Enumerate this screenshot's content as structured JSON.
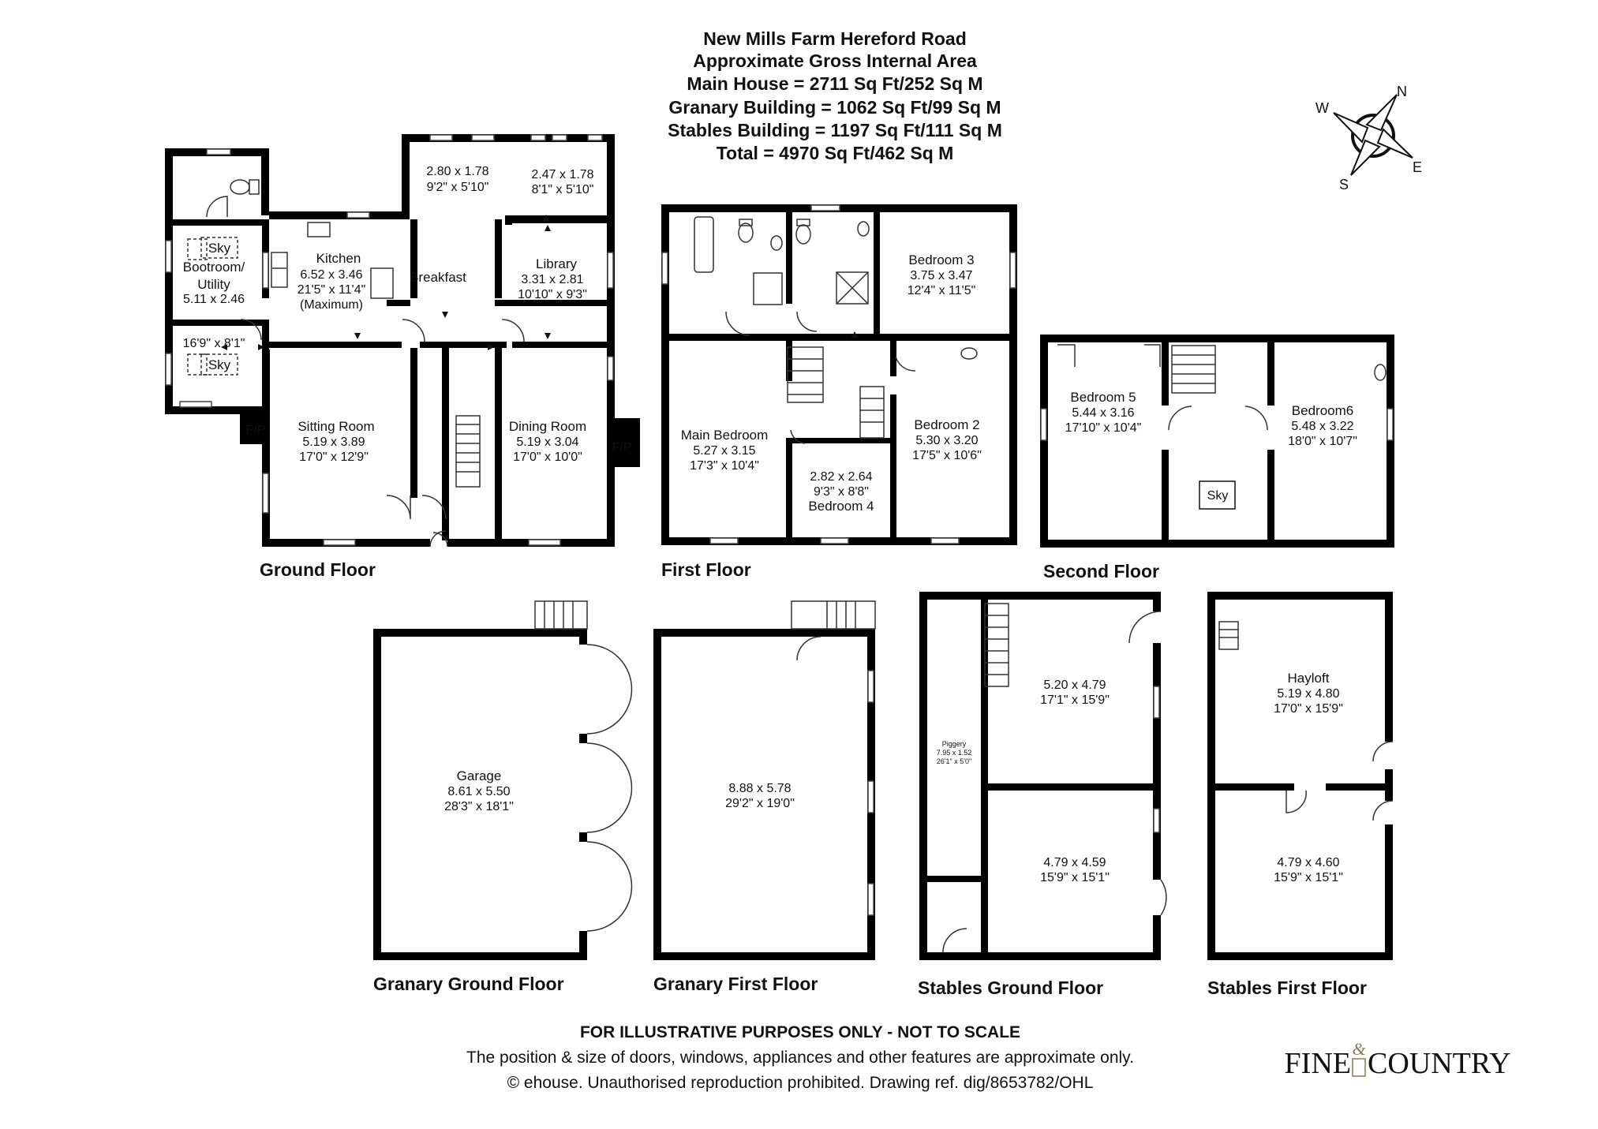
{
  "header": {
    "title": "New Mills Farm Hereford Road",
    "subtitle": "Approximate Gross Internal Area",
    "areas": [
      "Main House = 2711 Sq Ft/252 Sq M",
      "Granary Building = 1062 Sq Ft/99 Sq M",
      "Stables Building = 1197 Sq Ft/111 Sq M",
      "Total = 4970 Sq Ft/462 Sq M"
    ]
  },
  "compass": {
    "n": "N",
    "e": "E",
    "s": "S",
    "w": "W"
  },
  "floors": {
    "ground": "Ground Floor",
    "first": "First Floor",
    "second": "Second Floor",
    "granary_ground": "Granary Ground Floor",
    "granary_first": "Granary First Floor",
    "stables_ground": "Stables Ground Floor",
    "stables_first": "Stables First Floor"
  },
  "rooms": {
    "sky_1": "Sky",
    "bootroom_a": "Bootroom/",
    "bootroom_b": "Utility",
    "bootroom_metric": "5.11 x 2.46",
    "bootroom_imperial": "16'9\" x 8'1\"",
    "sky_2": "Sky",
    "kitchen_name": "Kitchen",
    "kitchen_metric": "6.52 x 3.46",
    "kitchen_imperial": "21'5\" x 11'4\"",
    "kitchen_note": "(Maximum)",
    "breakfast": "Breakfast",
    "store1_metric": "2.80 x 1.78",
    "store1_imperial": "9'2\" x 5'10\"",
    "store2_metric": "2.47 x 1.78",
    "store2_imperial": "8'1\" x 5'10\"",
    "library_name": "Library",
    "library_metric": "3.31 x 2.81",
    "library_imperial": "10'10\" x 9'3\"",
    "sitting_name": "Sitting Room",
    "sitting_metric": "5.19 x 3.89",
    "sitting_imperial": "17'0\" x 12'9\"",
    "dining_name": "Dining Room",
    "dining_metric": "5.19 x 3.04",
    "dining_imperial": "17'0\" x 10'0\"",
    "fp_1": "F/P",
    "fp_2": "F/P",
    "bed3_name": "Bedroom 3",
    "bed3_metric": "3.75 x 3.47",
    "bed3_imperial": "12'4\" x 11'5\"",
    "main_bed_name": "Main Bedroom",
    "main_bed_metric": "5.27 x 3.15",
    "main_bed_imperial": "17'3\" x 10'4\"",
    "bed4_metric": "2.82 x 2.64",
    "bed4_imperial": "9'3\" x 8'8\"",
    "bed4_name": "Bedroom 4",
    "bed2_name": "Bedroom 2",
    "bed2_metric": "5.30 x 3.20",
    "bed2_imperial": "17'5\" x 10'6\"",
    "bed5_name": "Bedroom 5",
    "bed5_metric": "5.44 x 3.16",
    "bed5_imperial": "17'10\" x 10'4\"",
    "sky_3": "Sky",
    "bed6_name": "Bedroom6",
    "bed6_metric": "5.48 x 3.22",
    "bed6_imperial": "18'0\" x 10'7\"",
    "garage_name": "Garage",
    "garage_metric": "8.61 x 5.50",
    "garage_imperial": "28'3\" x 18'1\"",
    "granary1_metric": "8.88 x 5.78",
    "granary1_imperial": "29'2\" x 19'0\"",
    "piggery_name": "Piggery",
    "piggery_metric": "7.95 x 1.52",
    "piggery_imperial": "26'1\" x 5'0\"",
    "stables_a_metric": "5.20 x 4.79",
    "stables_a_imperial": "17'1\" x 15'9\"",
    "stables_b_metric": "4.79 x 4.59",
    "stables_b_imperial": "15'9\" x 15'1\"",
    "hayloft_name": "Hayloft",
    "hayloft_metric": "5.19 x 4.80",
    "hayloft_imperial": "17'0\" x 15'9\"",
    "stables_c_metric": "4.79 x 4.60",
    "stables_c_imperial": "15'9\" x 15'1\""
  },
  "footer": {
    "disclaimer_bold": "FOR ILLUSTRATIVE PURPOSES ONLY - NOT TO SCALE",
    "disclaimer_text": "The position & size of doors, windows, appliances and other features are approximate only.",
    "copyright": "© ehouse. Unauthorised reproduction prohibited. Drawing ref. dig/8653782/OHL"
  },
  "brand": {
    "left": "Fine",
    "amp": "&",
    "right": "Country"
  }
}
